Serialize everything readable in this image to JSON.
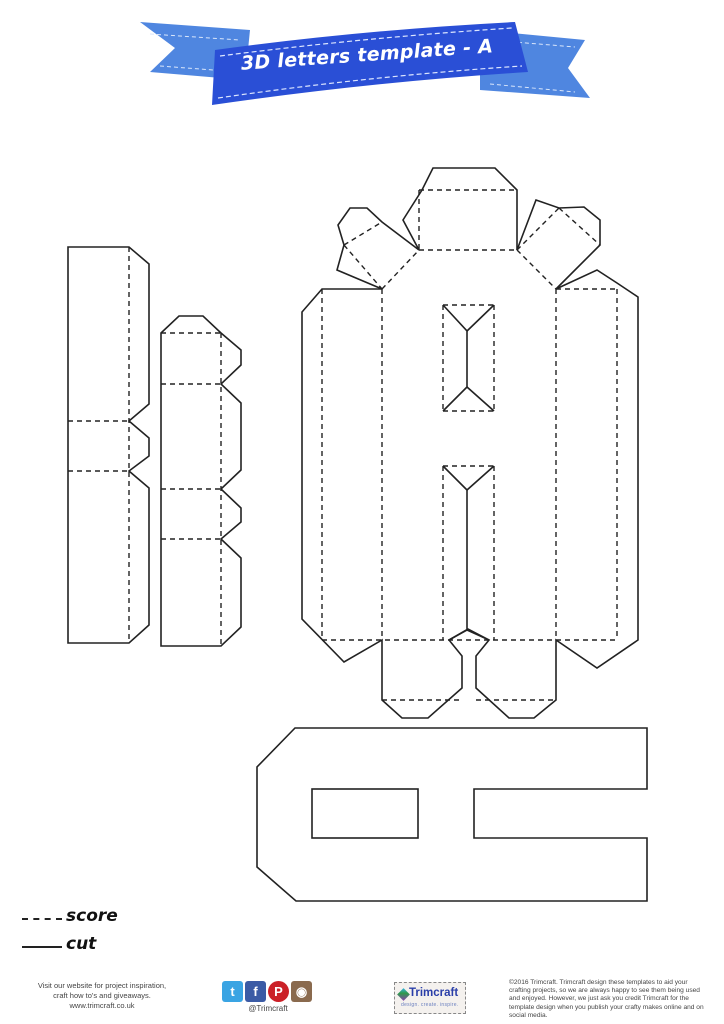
{
  "header": {
    "title": "3D letters template - A",
    "ribbon_color": "#2a4fd6",
    "ribbon_tail_color": "#4f86e0"
  },
  "template": {
    "letter": "A",
    "pieces": [
      {
        "name": "side-strip-long",
        "description": "tall side strip with two score lines and glue tabs"
      },
      {
        "name": "side-strip-short",
        "description": "shorter side strip with four score lines and glue tabs"
      },
      {
        "name": "letter-a-net",
        "description": "main A net with folding sides, top tabs and bottom tabs"
      },
      {
        "name": "letter-a-face",
        "description": "flat A face (cut only)"
      }
    ],
    "line_color": "#222222"
  },
  "legend": {
    "score_label": "score",
    "cut_label": "cut"
  },
  "footer": {
    "website_text_line1": "Visit our website for project inspiration,",
    "website_text_line2": "craft how to's and giveaways.",
    "website_url": "www.trimcraft.co.uk",
    "social_handle": "@Trimcraft",
    "social_icons": [
      {
        "name": "twitter-icon",
        "glyph": "t",
        "color": "#3aa4e3"
      },
      {
        "name": "facebook-icon",
        "glyph": "f",
        "color": "#3b5ba5"
      },
      {
        "name": "pinterest-icon",
        "glyph": "P",
        "color": "#cb2027"
      },
      {
        "name": "instagram-icon",
        "glyph": "◉",
        "color": "#8a6a4e"
      }
    ],
    "brand_name": "Trimcraft",
    "brand_tagline": "design. create. inspire.",
    "copyright_text": "©2016 Trimcraft. Trimcraft design these templates to aid your crafting projects, so we are always happy to see them being used and enjoyed. However, we just ask you credit Trimcraft for the template design when you publish your crafty makes online and on social media."
  }
}
